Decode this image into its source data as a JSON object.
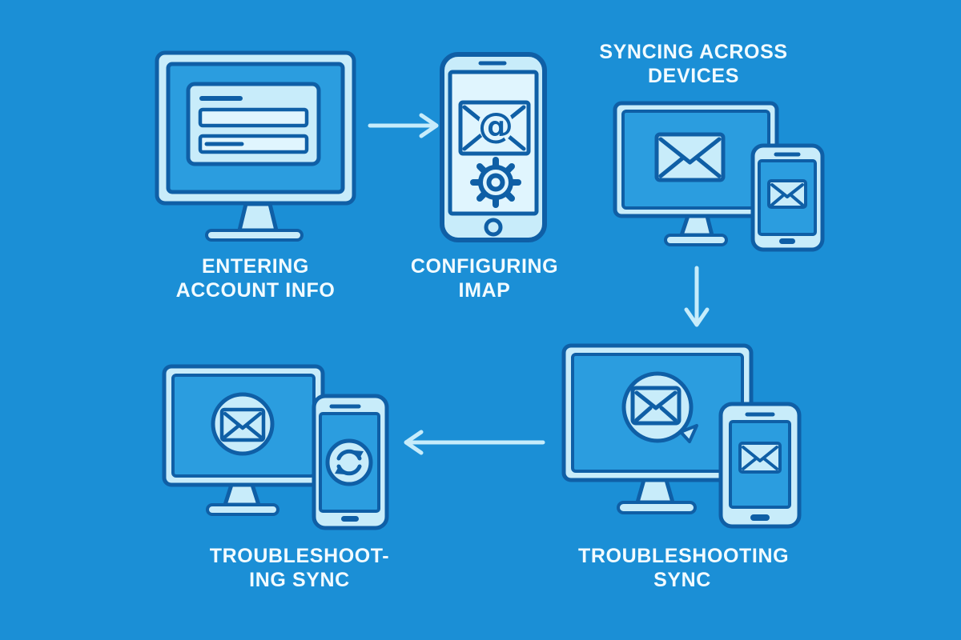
{
  "colors": {
    "bg": "#1b8fd6",
    "screen": "#2b9ddf",
    "light": "#c8ecfa",
    "pale": "#e0f5fe",
    "outline": "#0f5fa6",
    "text": "#f2fbff",
    "arrow": "#c6ecfb"
  },
  "nodes": [
    {
      "id": "entering-account-info",
      "icon": "desktop-login-form",
      "label_lines": [
        "ENTERING",
        "ACCOUNT INFO"
      ]
    },
    {
      "id": "configuring-imap",
      "icon": "smartphone-email-settings",
      "label_lines": [
        "CONFIGURING",
        "IMAP"
      ]
    },
    {
      "id": "syncing-across-devices",
      "icon": "desktop-and-phone-mail",
      "label_lines": [
        "SYNCING ACROSS",
        "DEVICES"
      ]
    },
    {
      "id": "troubleshooting-sync",
      "icon": "desktop-mail-badge-phone-mail",
      "label_lines": [
        "TROUBLESHOOTING",
        "SYNC"
      ]
    },
    {
      "id": "troubleshooting-sync-again",
      "icon": "desktop-mail-badge-phone-refresh",
      "label_lines": [
        "TROUBLESHOOT-",
        "ING SYNC"
      ]
    }
  ],
  "arrows": [
    {
      "id": "arrow-1",
      "direction": "right",
      "from": "entering-account-info",
      "to": "configuring-imap"
    },
    {
      "id": "arrow-2",
      "direction": "down",
      "from": "syncing-across-devices",
      "to": "troubleshooting-sync"
    },
    {
      "id": "arrow-3",
      "direction": "left",
      "from": "troubleshooting-sync",
      "to": "troubleshooting-sync-again"
    }
  ]
}
